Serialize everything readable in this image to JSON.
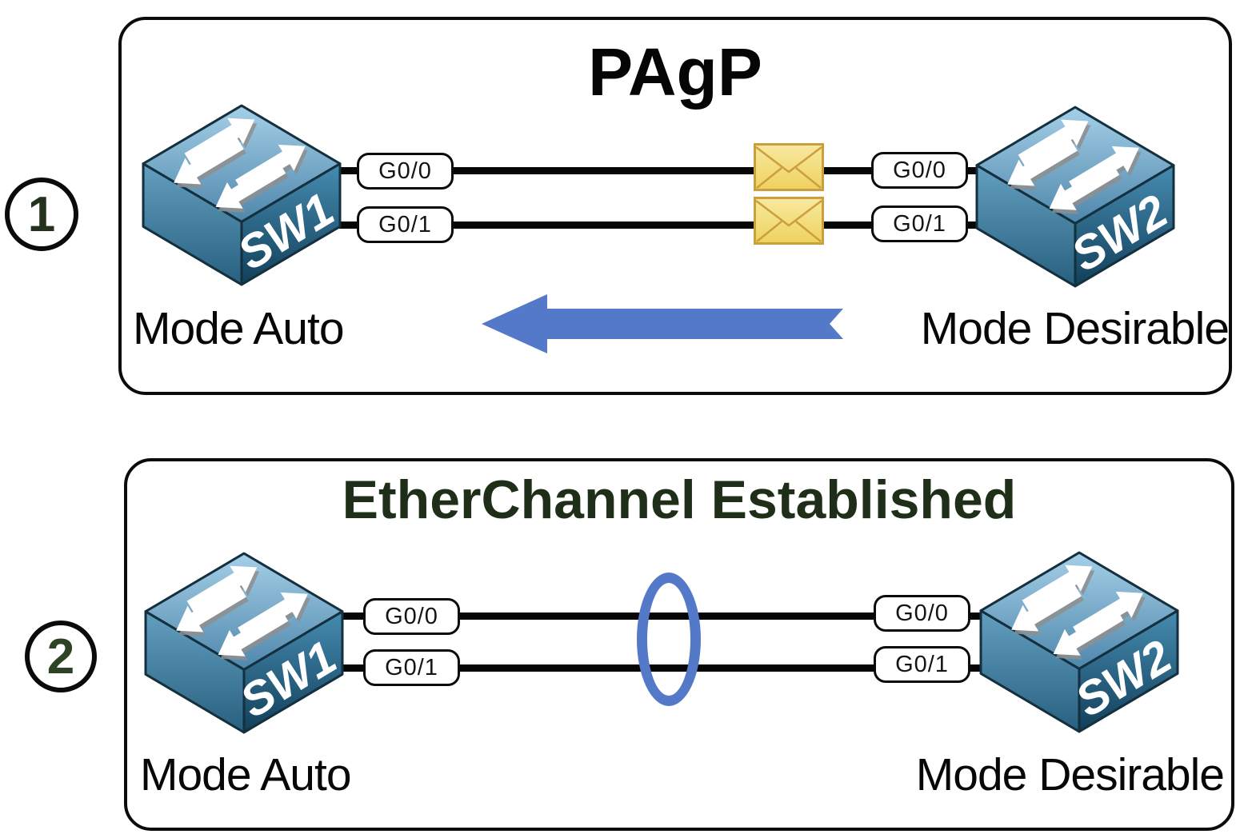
{
  "colors": {
    "accent_blue": "#5379c8",
    "title_green": "#1f2e18",
    "envelope_yellow": "#f3dd7d",
    "envelope_border": "#cc9f3e",
    "switch_blue_light": "#a5cfe7",
    "switch_blue_dark": "#123f5a",
    "outline_black": "#0b0b0b"
  },
  "icons": {
    "switch": "3d-cube-switch-with-arrows",
    "pagp_message": "envelope",
    "direction_arrow": "left-pointing-ribbon-arrow",
    "bundle": "ellipse-ring"
  },
  "step1": {
    "number": "1",
    "title": "PAgP",
    "sw1": {
      "name": "SW1",
      "mode": "Mode Auto",
      "ports": [
        "G0/0",
        "G0/1"
      ]
    },
    "sw2": {
      "name": "SW2",
      "mode": "Mode Desirable",
      "ports": [
        "G0/0",
        "G0/1"
      ]
    }
  },
  "step2": {
    "number": "2",
    "title": "EtherChannel Established",
    "sw1": {
      "name": "SW1",
      "mode": "Mode Auto",
      "ports": [
        "G0/0",
        "G0/1"
      ]
    },
    "sw2": {
      "name": "SW2",
      "mode": "Mode Desirable",
      "ports": [
        "G0/0",
        "G0/1"
      ]
    }
  }
}
